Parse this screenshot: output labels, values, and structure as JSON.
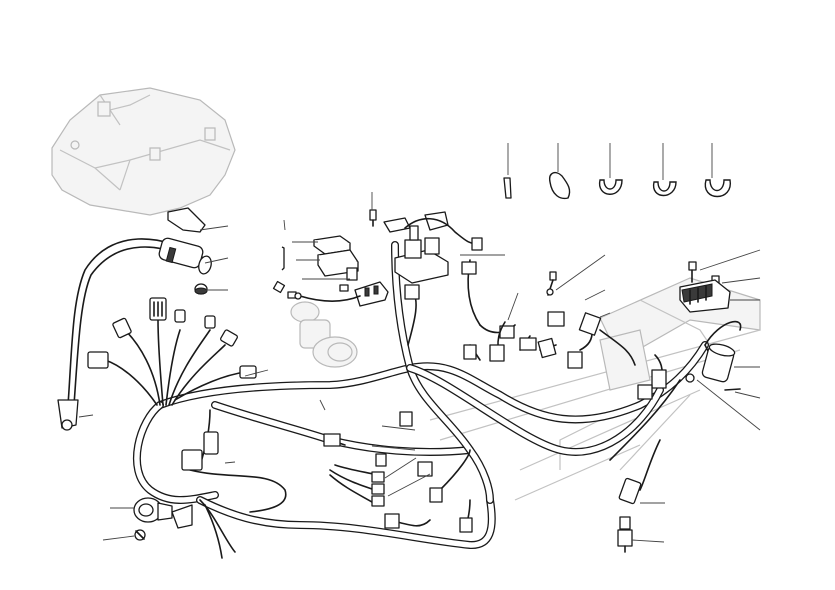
{
  "diagram": {
    "labels": [],
    "components": [
      "battery-box",
      "ignition-coil-bracket",
      "ignition-coil",
      "rubber-grommet",
      "main-wiring-harness",
      "fuse-box",
      "relay-holder",
      "voltage-regulator",
      "starter-relay",
      "horn",
      "sensor",
      "cable-ties",
      "cable-clamps",
      "bolts-and-screws"
    ]
  }
}
